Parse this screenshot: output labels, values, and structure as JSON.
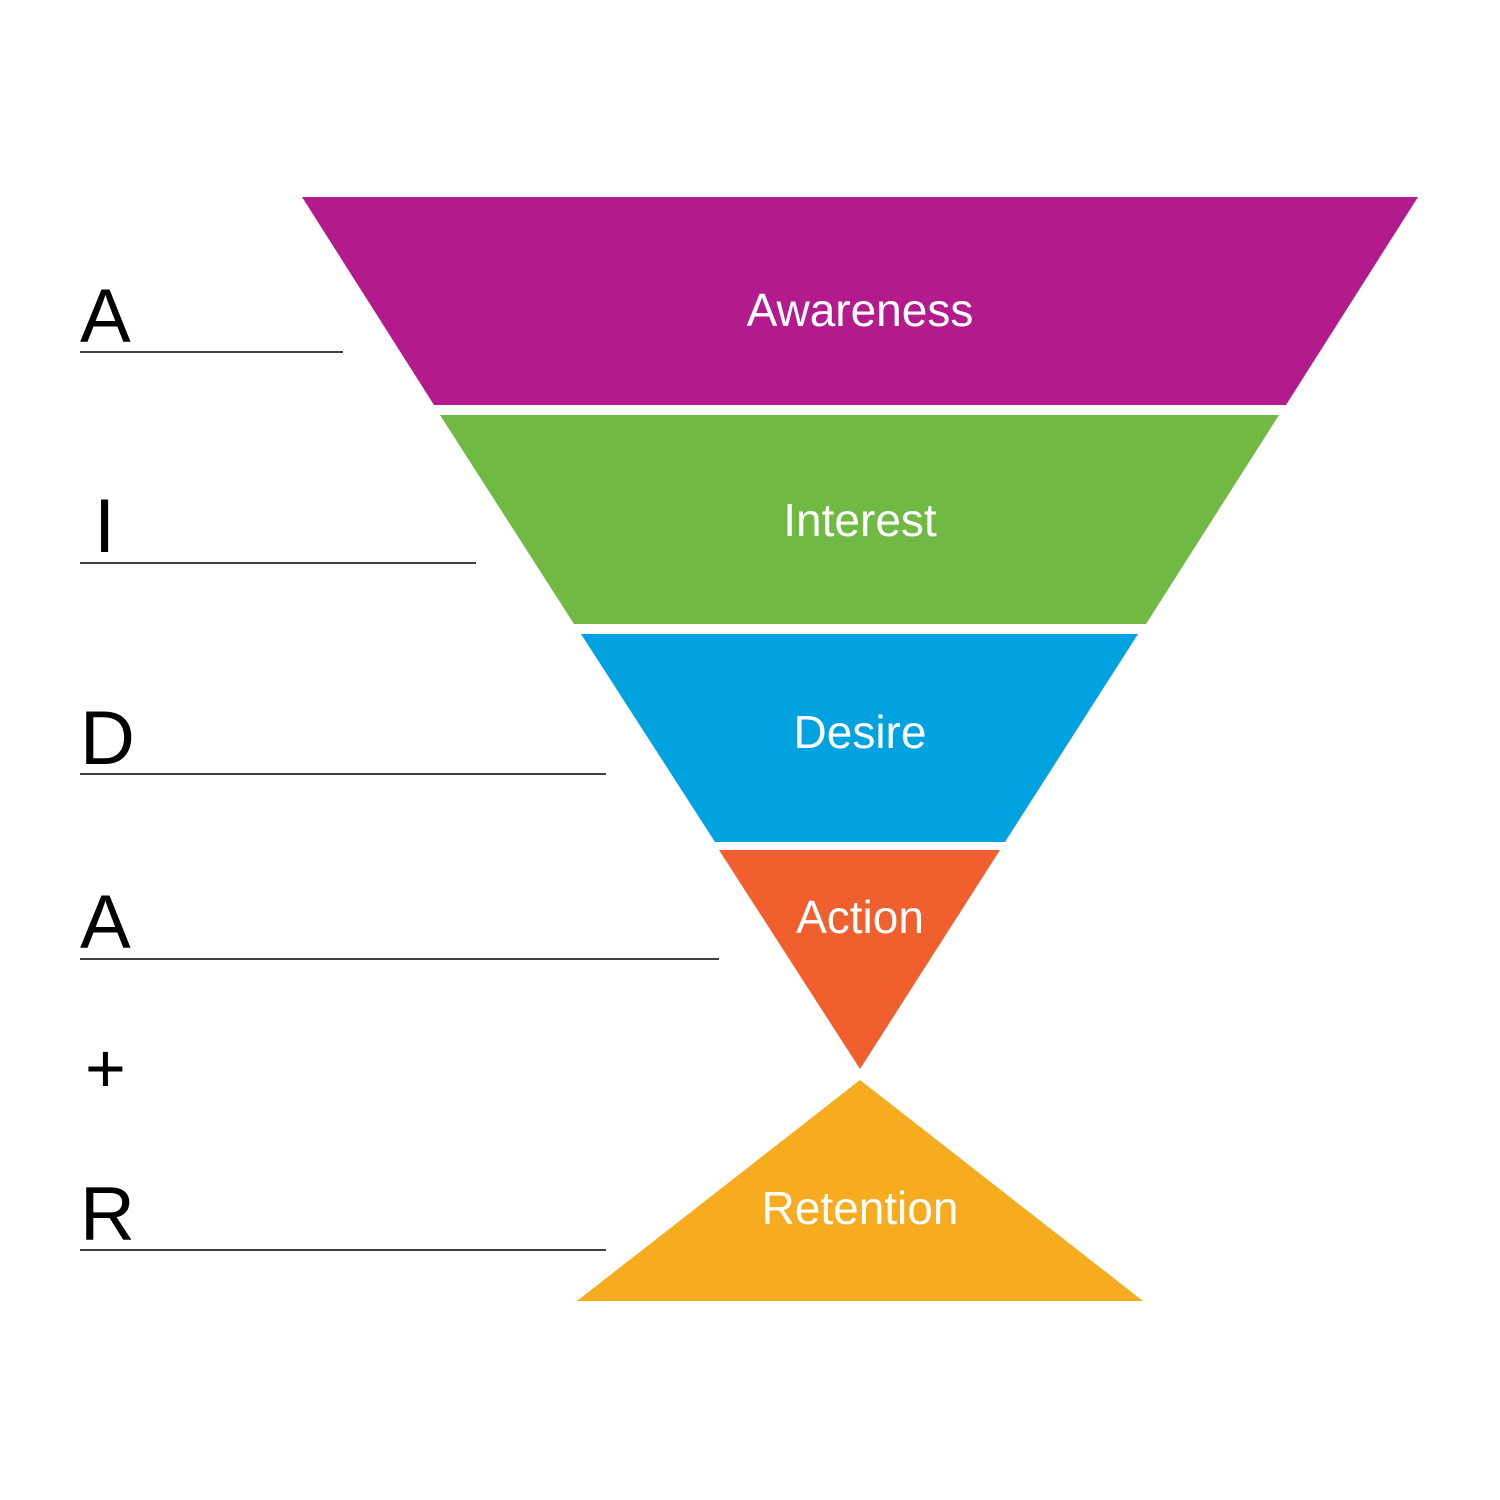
{
  "stages": [
    {
      "key": "awareness",
      "label": "Awareness",
      "letter": "A",
      "color": "#B31B8D"
    },
    {
      "key": "interest",
      "label": "Interest",
      "letter": "I",
      "color": "#70B942"
    },
    {
      "key": "desire",
      "label": "Desire",
      "letter": "D",
      "color": "#00A3E0"
    },
    {
      "key": "action",
      "label": "Action",
      "letter": "A",
      "color": "#F05F2D"
    },
    {
      "key": "retention",
      "label": "Retention",
      "letter": "R",
      "color": "#F7AB1E"
    }
  ],
  "plus_sign": "+"
}
